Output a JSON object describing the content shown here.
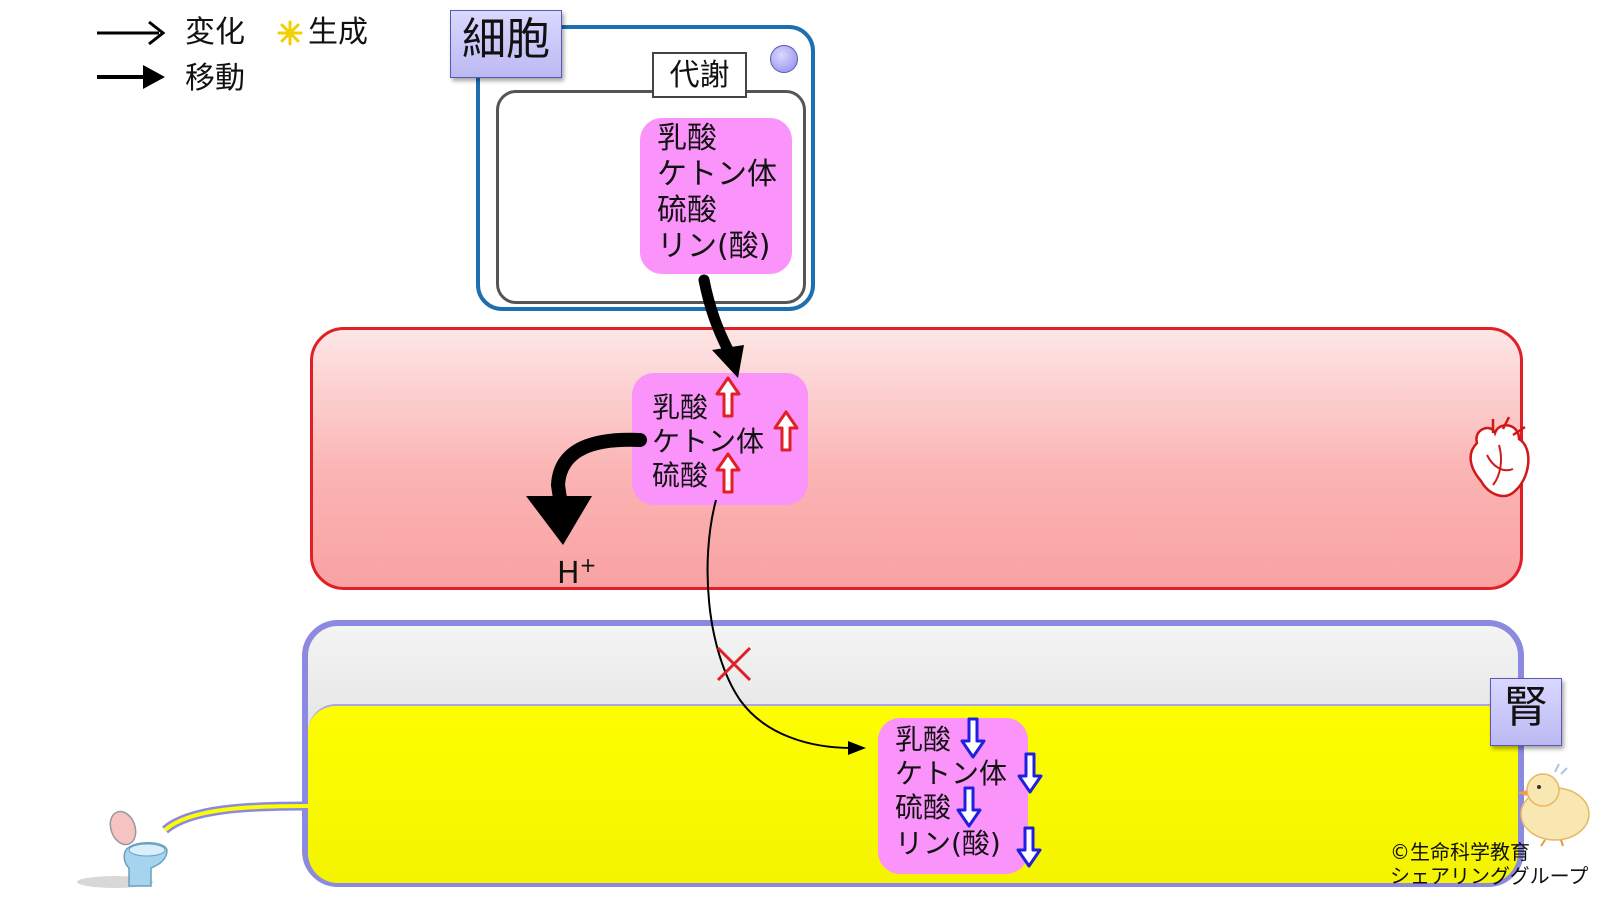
{
  "legend": {
    "change_label": "変化",
    "generate_label": "生成",
    "move_label": "移動"
  },
  "cell": {
    "title": "細胞",
    "metabolism_label": "代謝",
    "items": [
      "乳酸",
      "ケトン体",
      "硫酸",
      "リン(酸)"
    ]
  },
  "blood": {
    "items": [
      "乳酸",
      "ケトン体",
      "硫酸"
    ],
    "hplus_label": "H",
    "hplus_sup": "+"
  },
  "kidney": {
    "title": "腎",
    "items": [
      "乳酸",
      "ケトン体",
      "硫酸",
      "リン(酸)"
    ]
  },
  "copyright": {
    "line1": "©生命科学教育",
    "line2": "シェアリンググループ"
  },
  "colors": {
    "up_arrow": "#e01f26",
    "down_arrow": "#1f1fe0",
    "pink_box": "#fa93fa",
    "blood_border": "#e01f26",
    "kidney_border": "#8c89e0",
    "urine": "#fefe00",
    "cell_border": "#1d6fb0"
  },
  "icons": {
    "heart": "heart-icon",
    "toilet": "toilet-icon",
    "chick": "chick-icon",
    "star": "yellow-asterisk-icon",
    "cross": "red-x-icon"
  }
}
